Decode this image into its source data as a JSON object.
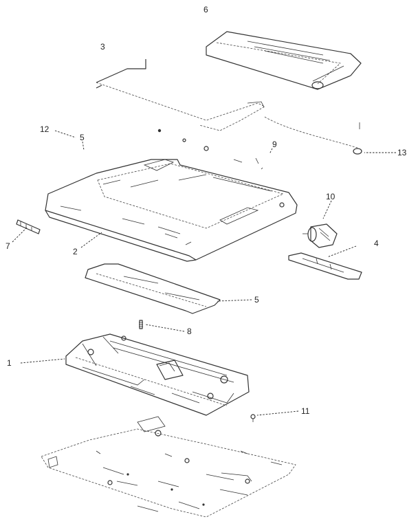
{
  "diagram": {
    "callouts": [
      {
        "id": "c1",
        "text": "1"
      },
      {
        "id": "c2",
        "text": "2"
      },
      {
        "id": "c3",
        "text": "3"
      },
      {
        "id": "c4",
        "text": "4"
      },
      {
        "id": "c5a",
        "text": "5"
      },
      {
        "id": "c5b",
        "text": "5"
      },
      {
        "id": "c6",
        "text": "6"
      },
      {
        "id": "c7",
        "text": "7"
      },
      {
        "id": "c8",
        "text": "8"
      },
      {
        "id": "c9",
        "text": "9"
      },
      {
        "id": "c10",
        "text": "10"
      },
      {
        "id": "c11",
        "text": "11"
      },
      {
        "id": "c12",
        "text": "12"
      },
      {
        "id": "c13",
        "text": "13"
      }
    ]
  }
}
